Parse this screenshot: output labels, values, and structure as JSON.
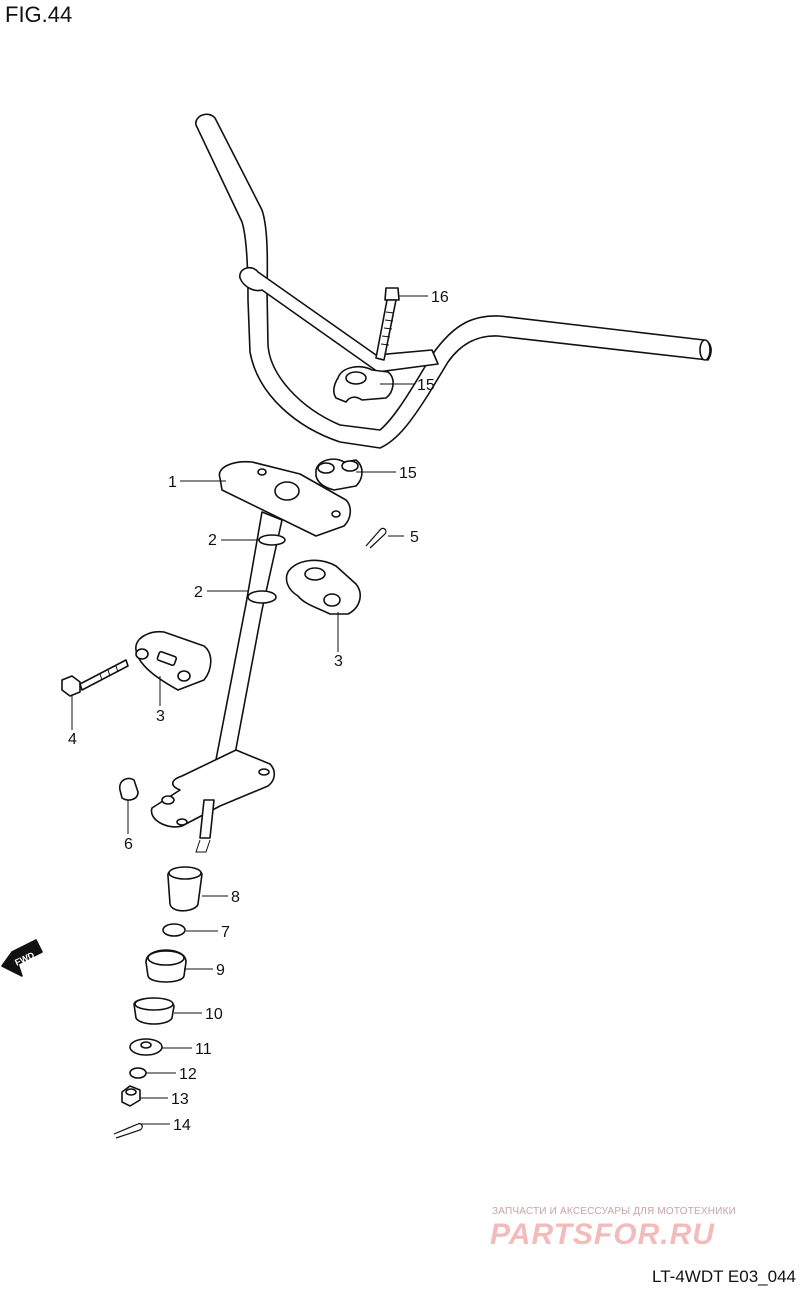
{
  "figure": {
    "title": "FIG.44",
    "code": "LT-4WDT E03_044"
  },
  "watermark": {
    "caption": "ЗАПЧАСТИ И АКСЕССУАРЫ ДЛЯ МОТОТЕХНИКИ",
    "logo": "PARTSFOR.RU"
  },
  "fwd_label": "FWD",
  "callouts": {
    "c1": "1",
    "c2a": "2",
    "c2b": "2",
    "c3a": "3",
    "c3b": "3",
    "c4": "4",
    "c5": "5",
    "c6": "6",
    "c7": "7",
    "c8": "8",
    "c9": "9",
    "c10": "10",
    "c11": "11",
    "c12": "12",
    "c13": "13",
    "c14": "14",
    "c15a": "15",
    "c15b": "15",
    "c16": "16"
  }
}
